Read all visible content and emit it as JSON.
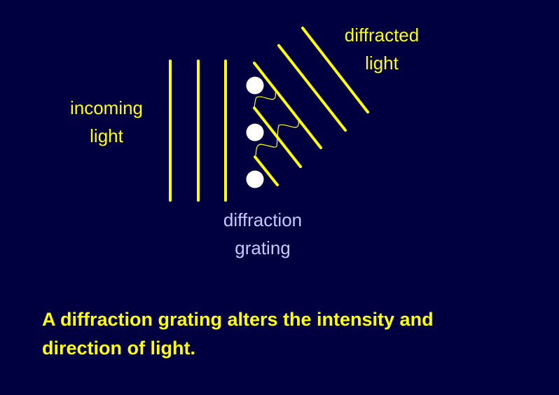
{
  "labels": {
    "incoming": [
      "incoming",
      "light"
    ],
    "diffracted": [
      "diffracted",
      "light"
    ],
    "grating": [
      "diffraction",
      "grating"
    ]
  },
  "caption": [
    "A diffraction grating alters the intensity and",
    "direction of light."
  ],
  "colors": {
    "background": "#000040",
    "light": "#ffff00",
    "grating_label": "#c8c8ff",
    "slits": "#ffffff"
  }
}
